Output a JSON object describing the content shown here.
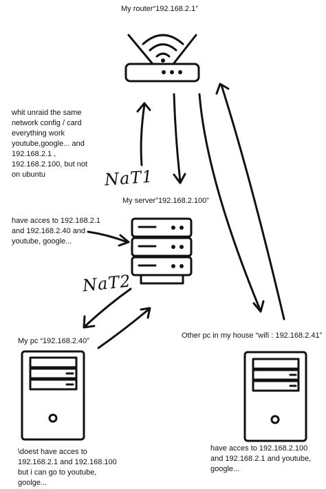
{
  "router": {
    "label": "My router“192.168.2.1”"
  },
  "server": {
    "label": "My server”192.168.2.100”"
  },
  "my_pc": {
    "label": "My pc “192.168.2.40”"
  },
  "other_pc": {
    "label": "Other pc in my house “wifi : 192.168.2.41”"
  },
  "notes": {
    "router_side": [
      "whit unraid the same",
      "network config / card",
      "everything work",
      "youtube,google... and",
      "192.168.2.1 ,",
      "192.168.2.100, but not",
      "on ubuntu"
    ],
    "server_side": [
      "have acces to 192.168.2.1",
      "and 192.168.2.40 and",
      "youtube, google..."
    ],
    "my_pc": [
      "\\doest have acces to",
      "192.168.2.1 and 192.168.100",
      "but i can go to youtube,",
      "goolge..."
    ],
    "other_pc": [
      "have acces to 192.168.2.100",
      "and 192.168.2.1 and youtube,",
      "google..."
    ]
  },
  "links": {
    "nat1": "NaT1",
    "nat2": "NaT2"
  },
  "icons": [
    "router-icon",
    "server-rack-icon",
    "pc-tower-icon"
  ],
  "colors": {
    "ink": "#111111",
    "background": "#ffffff"
  }
}
